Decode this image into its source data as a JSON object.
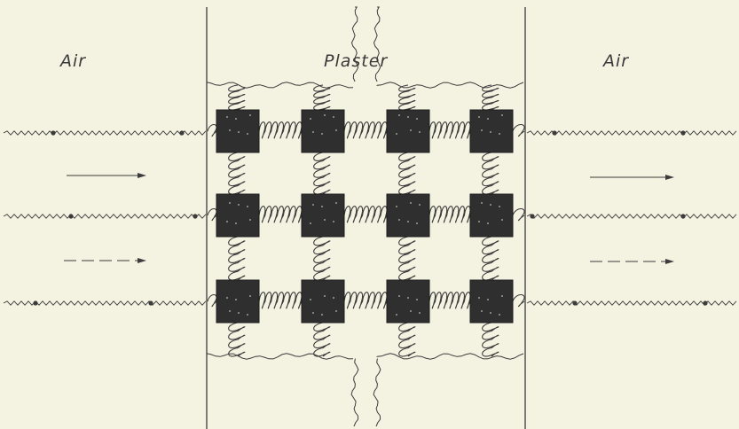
{
  "labels": {
    "left_medium": "Air",
    "middle_medium": "Plaster",
    "right_medium": "Air"
  },
  "colors": {
    "background": "#f4f2e1",
    "ink": "#3c3c3c",
    "block": "#2f2f2f"
  }
}
